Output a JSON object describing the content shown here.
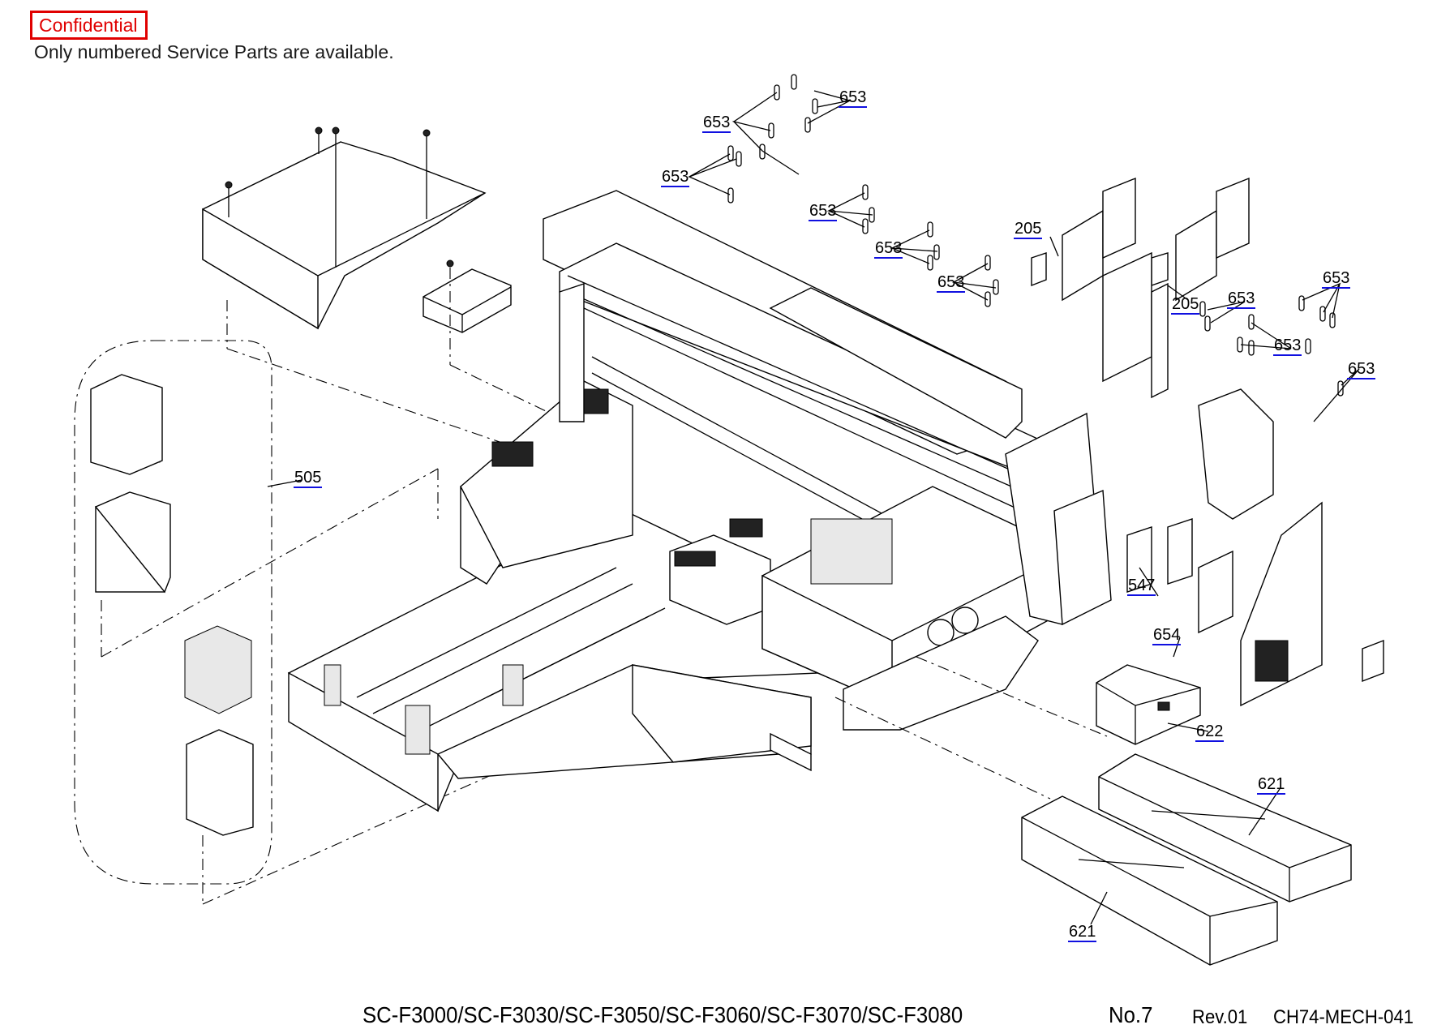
{
  "header": {
    "confidential_label": "Confidential",
    "subtitle": "Only numbered Service Parts are available."
  },
  "accent_colors": {
    "confidential": "#e00000",
    "part_link_underline": "#1010e0"
  },
  "part_labels": [
    {
      "id": "653",
      "region": "top-right-group"
    },
    {
      "id": "653",
      "region": "top-left-group"
    },
    {
      "id": "653",
      "region": "upper-left-group"
    },
    {
      "id": "653",
      "region": "center-upper-group"
    },
    {
      "id": "653",
      "region": "center-group"
    },
    {
      "id": "653",
      "region": "center-right-group"
    },
    {
      "id": "205",
      "region": "fan-left"
    },
    {
      "id": "205",
      "region": "fan-right"
    },
    {
      "id": "653",
      "region": "right-group-a"
    },
    {
      "id": "653",
      "region": "far-right-group"
    },
    {
      "id": "653",
      "region": "right-group-b"
    },
    {
      "id": "653",
      "region": "far-right-lower"
    },
    {
      "id": "505",
      "region": "left-board-assembly"
    },
    {
      "id": "547",
      "region": "right-fan-frame"
    },
    {
      "id": "654",
      "region": "tray-sensor"
    },
    {
      "id": "622",
      "region": "tray-cover"
    },
    {
      "id": "621",
      "region": "bottom-tray-right"
    },
    {
      "id": "621",
      "region": "bottom-tray-left"
    }
  ],
  "footer": {
    "models": "SC-F3000/SC-F3030/SC-F3050/SC-F3060/SC-F3070/SC-F3080",
    "page_no": "No.7",
    "revision": "Rev.01",
    "doc_code": "CH74-MECH-041"
  }
}
